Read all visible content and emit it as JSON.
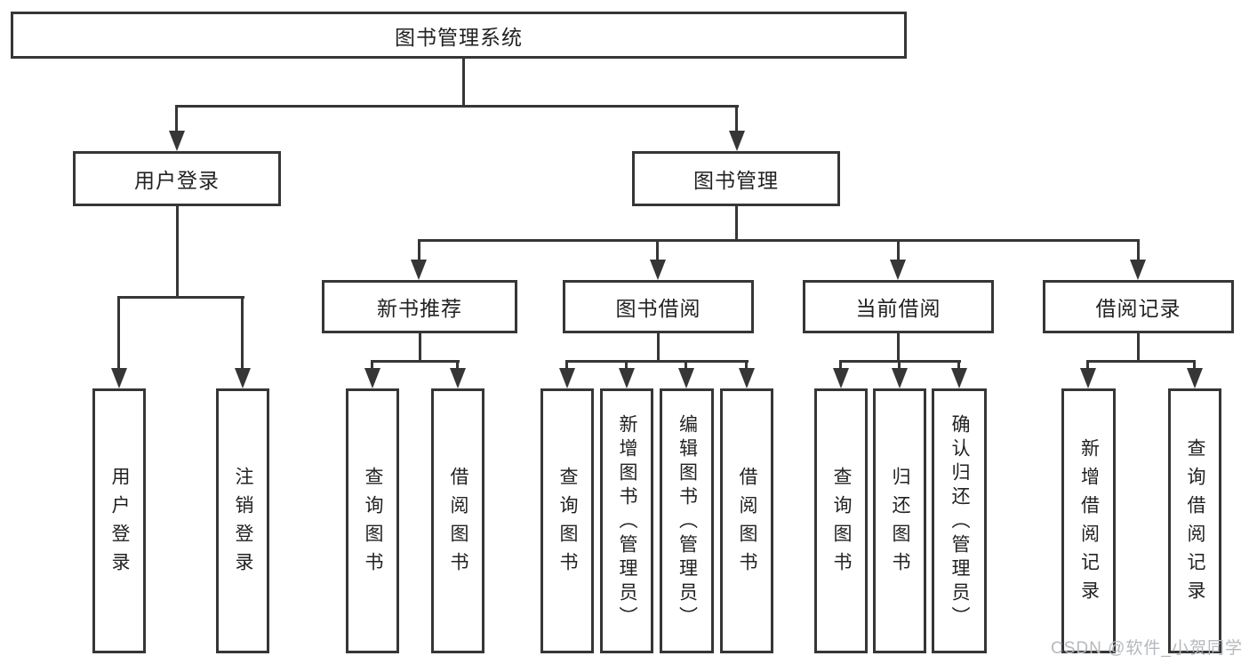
{
  "tree": {
    "root": "图书管理系统",
    "user_login": {
      "label": "用户登录",
      "children": [
        "用户登录",
        "注销登录"
      ]
    },
    "book_mgmt": {
      "label": "图书管理",
      "groups": [
        {
          "label": "新书推荐",
          "children": [
            "查询图书",
            "借阅图书"
          ]
        },
        {
          "label": "图书借阅",
          "children": [
            "查询图书",
            "新增图书（管理员）",
            "编辑图书（管理员）",
            "借阅图书"
          ]
        },
        {
          "label": "当前借阅",
          "children": [
            "查询图书",
            "归还图书",
            "确认归还（管理员）"
          ]
        },
        {
          "label": "借阅记录",
          "children": [
            "新增借阅记录",
            "查询借阅记录"
          ]
        }
      ]
    }
  },
  "watermark": "CSDN @软件_小贺同学",
  "colors": {
    "line": "#363636",
    "text": "#222222",
    "watermark": "#b5b8bc",
    "background": "#ffffff"
  }
}
